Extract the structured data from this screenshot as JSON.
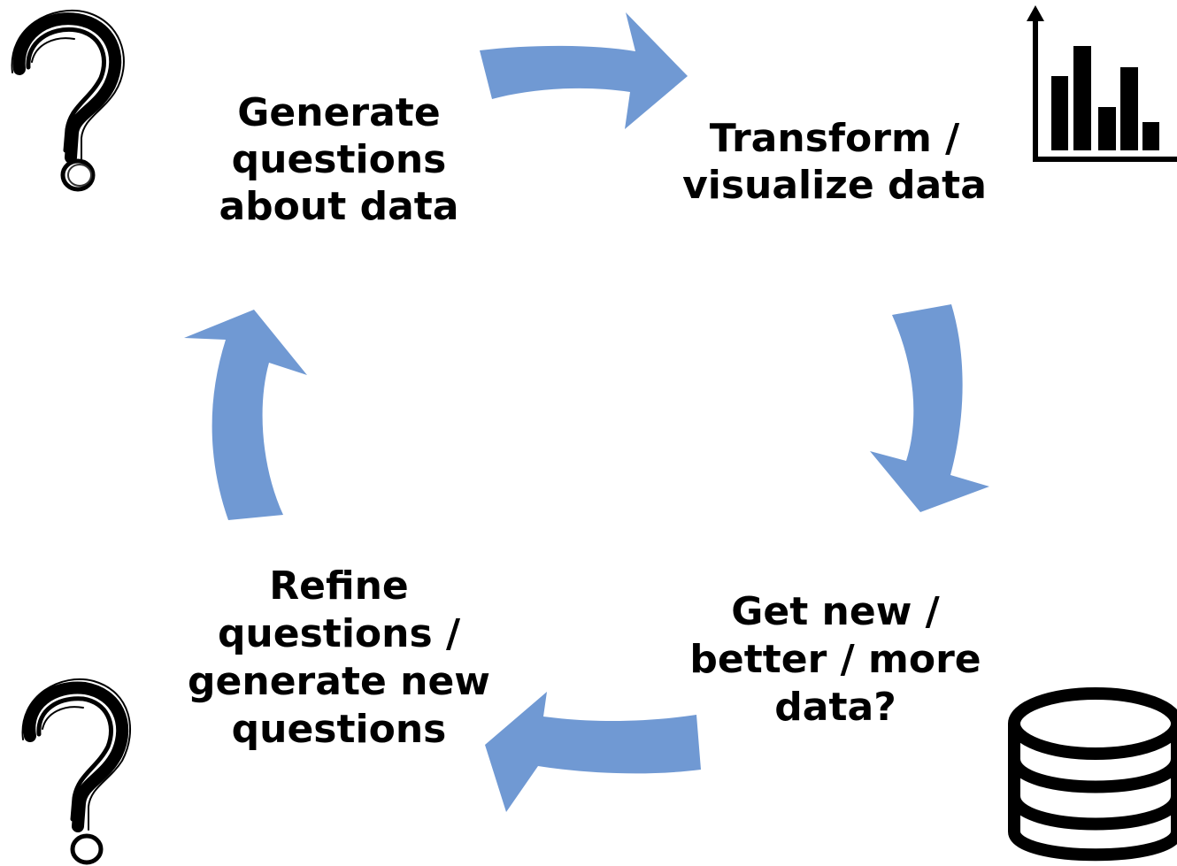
{
  "steps": {
    "generate": {
      "line1": "Generate",
      "line2": "questions",
      "line3": "about data"
    },
    "transform": {
      "line1": "Transform /",
      "line2": "visualize data"
    },
    "get_data": {
      "line1": "Get new /",
      "line2": "better / more",
      "line3": "data?"
    },
    "refine": {
      "line1": "Refine",
      "line2": "questions /",
      "line3": "generate new",
      "line4": "questions"
    }
  },
  "icons": {
    "top_left": "question-mark-icon",
    "top_right": "bar-chart-icon",
    "bottom_right": "database-icon",
    "bottom_left": "question-mark-icon"
  },
  "colors": {
    "arrow": "#7099d3",
    "text": "#000000",
    "background": "#ffffff"
  }
}
